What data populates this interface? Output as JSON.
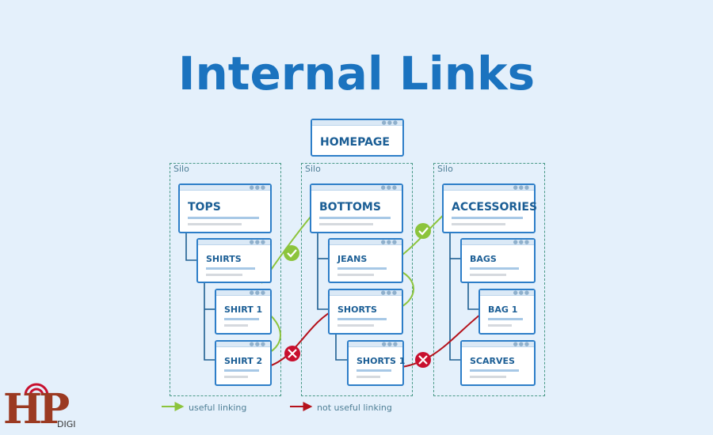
{
  "title": "Internal Links",
  "homepage": "HOMEPAGE",
  "silo_label": "Silo",
  "silos": [
    {
      "top": "TOPS",
      "pages": [
        "SHIRTS",
        "SHIRT 1",
        "SHIRT 2"
      ]
    },
    {
      "top": "BOTTOMS",
      "pages": [
        "JEANS",
        "SHORTS",
        "SHORTS 1"
      ]
    },
    {
      "top": "ACCESSORIES",
      "pages": [
        "BAGS",
        "BAG 1",
        "SCARVES"
      ]
    }
  ],
  "legend": {
    "useful": "useful linking",
    "not_useful": "not useful linking"
  },
  "colors": {
    "useful": "#8cc43c",
    "not_useful": "#b5121b",
    "accent": "#1b73bf"
  },
  "logo": {
    "mark": "HP",
    "sub": "DIGI"
  }
}
